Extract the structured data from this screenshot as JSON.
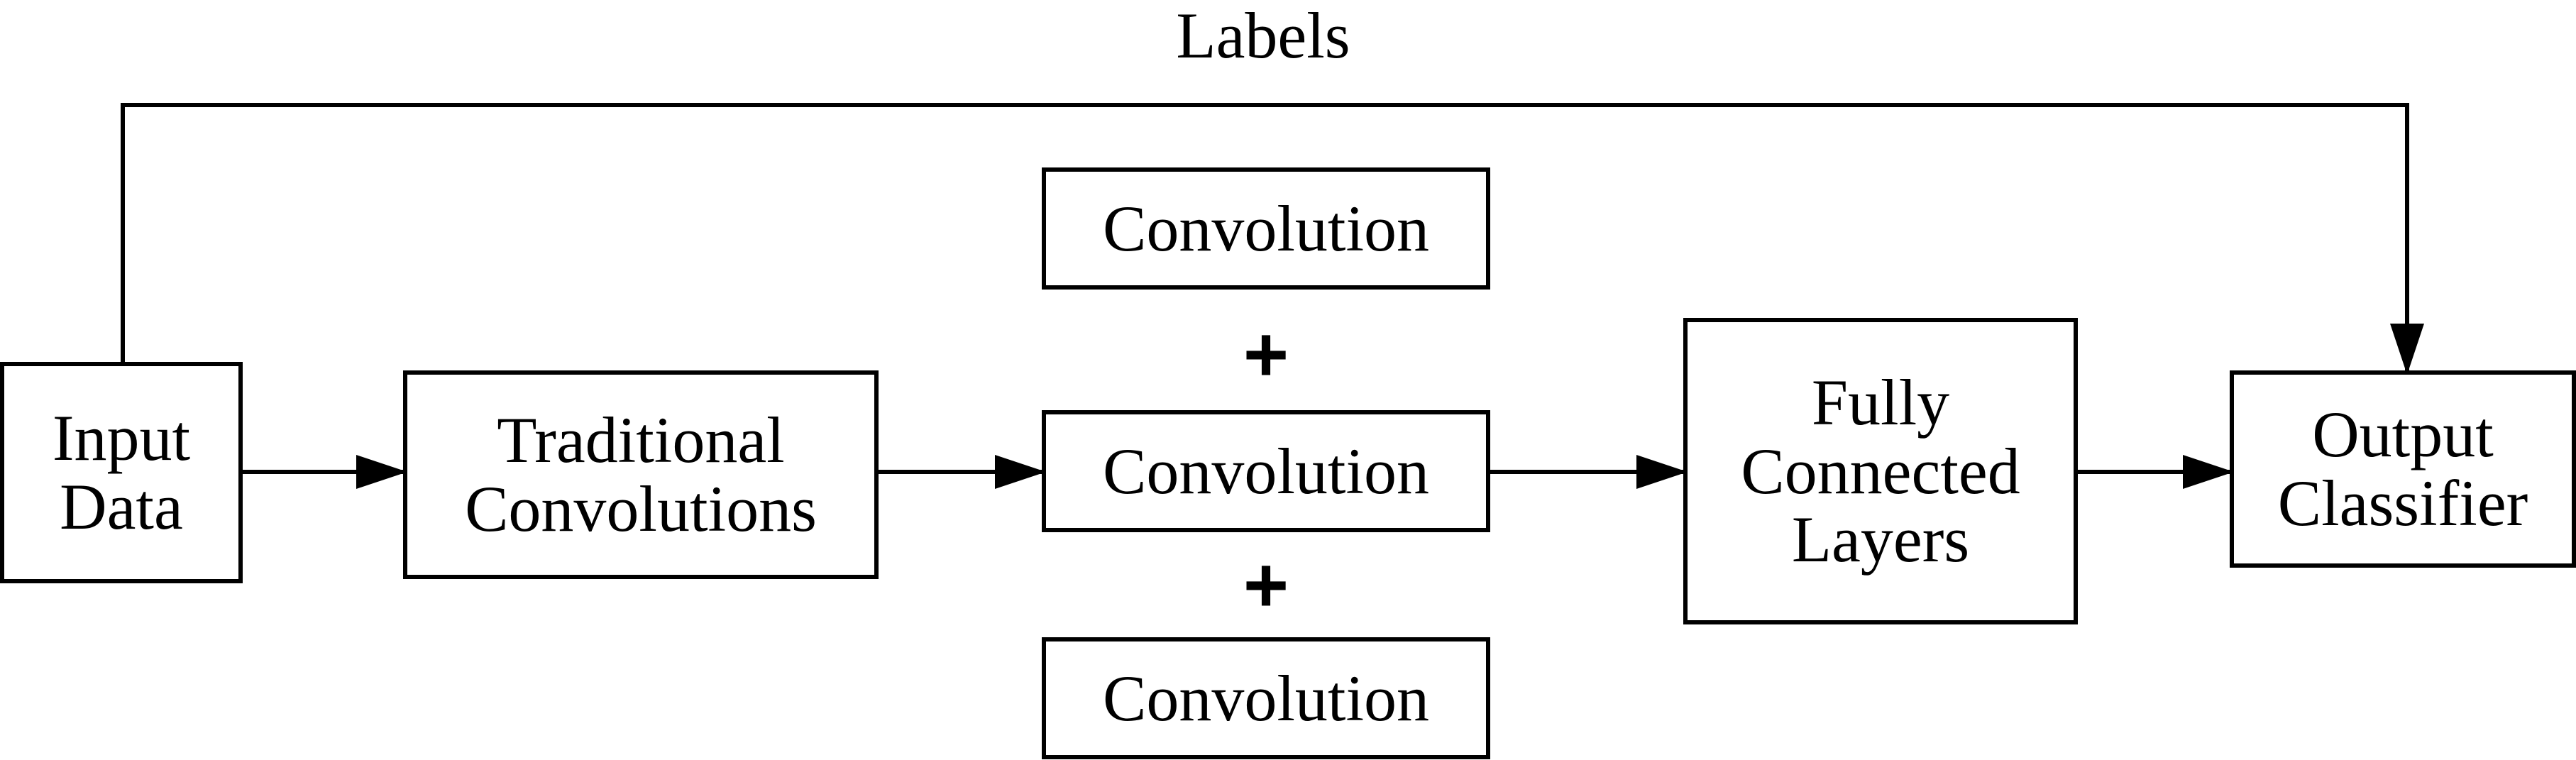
{
  "diagram": {
    "feedback_label": "Labels",
    "input_data": [
      "Input",
      "Data"
    ],
    "traditional_convolutions": [
      "Traditional",
      "Convolutions"
    ],
    "convolution_top": "Convolution",
    "convolution_middle": "Convolution",
    "convolution_bottom": "Convolution",
    "plus_symbol": "+",
    "fully_connected_layers": [
      "Fully",
      "Connected",
      "Layers"
    ],
    "output_classifier": [
      "Output",
      "Classifier"
    ]
  }
}
